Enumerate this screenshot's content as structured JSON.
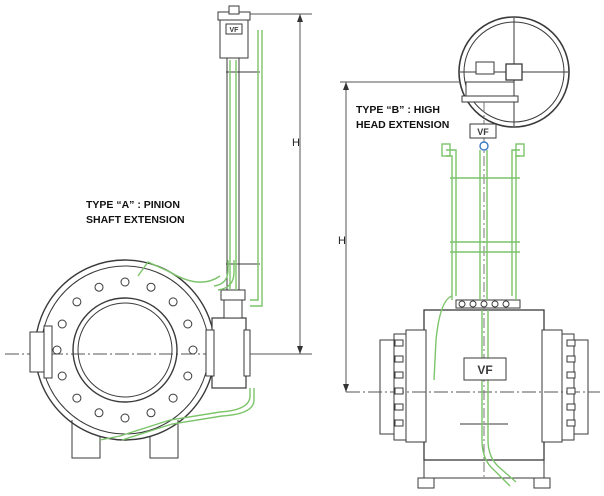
{
  "labels": {
    "type_a_line1": "TYPE “A” : PINION",
    "type_a_line2": "SHAFT EXTENSION",
    "type_b_line1": "TYPE “B” : HIGH",
    "type_b_line2": "HEAD EXTENSION",
    "dim_a": "H",
    "dim_b": "H"
  },
  "colors": {
    "line": "#3a3a3a",
    "extension": "#7cc46a",
    "center": "#555555"
  },
  "icons": [
    "vf-logo-icon",
    "handwheel-icon",
    "bolt-icon"
  ]
}
